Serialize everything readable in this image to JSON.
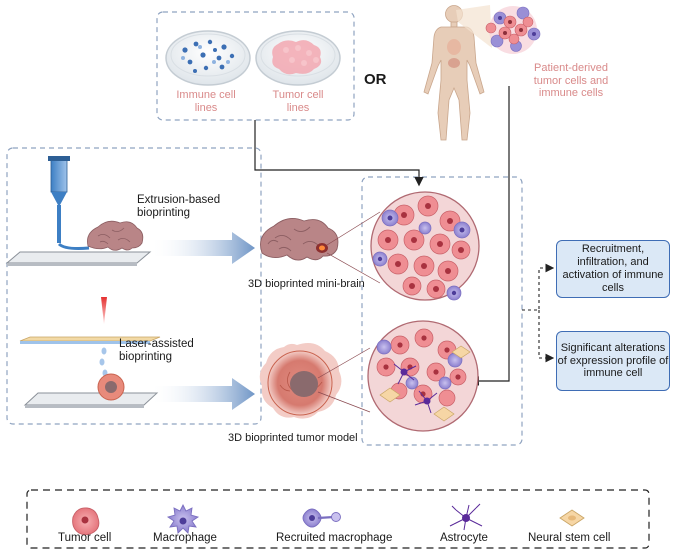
{
  "sources": {
    "immune_cell_lines": "Immune cell lines",
    "tumor_cell_lines": "Tumor cell lines",
    "or_label": "OR",
    "patient_derived": "Patient-derived tumor cells and immune cells"
  },
  "methods": {
    "extrusion": "Extrusion-based bioprinting",
    "laser": "Laser-assisted bioprinting"
  },
  "models": {
    "mini_brain": "3D bioprinted mini-brain",
    "tumor_model": "3D bioprinted tumor model"
  },
  "outcomes": {
    "recruitment": "Recruitment, infiltration, and activation of immune cells",
    "alterations": "Significant alterations of expression profile of immune cell"
  },
  "legend": {
    "tumor_cell": "Tumor cell",
    "macrophage": "Macrophage",
    "recruited_macrophage": "Recruited macrophage",
    "astrocyte": "Astrocyte",
    "neural_stem_cell": "Neural stem cell"
  },
  "colors": {
    "dashed_border": "#8fa3c0",
    "tumor_pink": "#ef8e93",
    "macrophage_purple": "#9a8fd6",
    "astrocyte_purple": "#5a2a9a",
    "neural_stem": "#f6d6a5",
    "brain": "#b98587",
    "arrow_blue": "#6f95c6",
    "outcome_fill": "#dbe8f6",
    "outcome_stroke": "#3f6db5",
    "label_pink": "#d98a8a"
  }
}
